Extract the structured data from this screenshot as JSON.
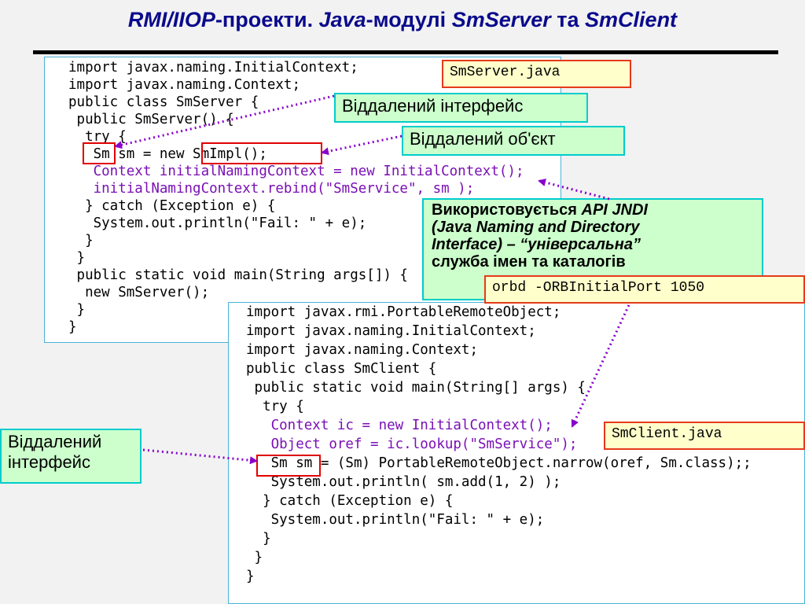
{
  "title": {
    "part1": "RMI/IIOP",
    "part2": "-проекти. ",
    "part3": "Java",
    "part4": "-модулі ",
    "part5": "SmServer",
    "part6": " та ",
    "part7": "SmClient"
  },
  "server": {
    "filename": "SmServer.java",
    "lines": [
      "import javax.naming.InitialContext;",
      "import javax.naming.Context;",
      "public class SmServer {",
      " public SmServer() {",
      "  try {",
      "   Sm sm = new SmImpl();",
      "   Context initialNamingContext = new InitialContext();",
      "   initialNamingContext.rebind(\"SmService\", sm );",
      "  } catch (Exception e) {",
      "   System.out.println(\"Fail: \" + e);",
      "  }",
      " }",
      " public static void main(String args[]) {",
      "  new SmServer();",
      " }",
      "}"
    ]
  },
  "client": {
    "filename": "SmClient.java",
    "lines": [
      "import javax.rmi.PortableRemoteObject;",
      "import javax.naming.InitialContext;",
      "import javax.naming.Context;",
      "public class SmClient {",
      " public static void main(String[] args) {",
      "  try {",
      "   Context ic = new InitialContext();",
      "   Object oref = ic.lookup(\"SmService\");",
      "   Sm sm = (Sm) PortableRemoteObject.narrow(oref, Sm.class);;",
      "   System.out.println( sm.add(1, 2) );",
      "  } catch (Exception e) {",
      "   System.out.println(\"Fail: \" + e);",
      "  }",
      " }",
      "}"
    ]
  },
  "annotations": {
    "remote_interface_top": "Віддалений інтерфейс",
    "remote_object": "Віддалений об'єкт",
    "remote_interface_left_1": "Віддалений",
    "remote_interface_left_2": "інтерфейс",
    "orbd_command": "orbd -ORBInitialPort 1050",
    "jndi": {
      "t1": "Використовується ",
      "t2": "API JNDI",
      "t3": "(Java Naming and Directory",
      "t4": "Interface) – “універсальна”",
      "t5": "служба імен та каталогів"
    }
  },
  "colors": {
    "title": "#0a0a8c",
    "code_purple": "#7a0fb5",
    "highlight_red": "#e00000",
    "arrow": "#8800cc",
    "label_bg": "#ccffcc",
    "filename_bg": "#ffffcc"
  }
}
